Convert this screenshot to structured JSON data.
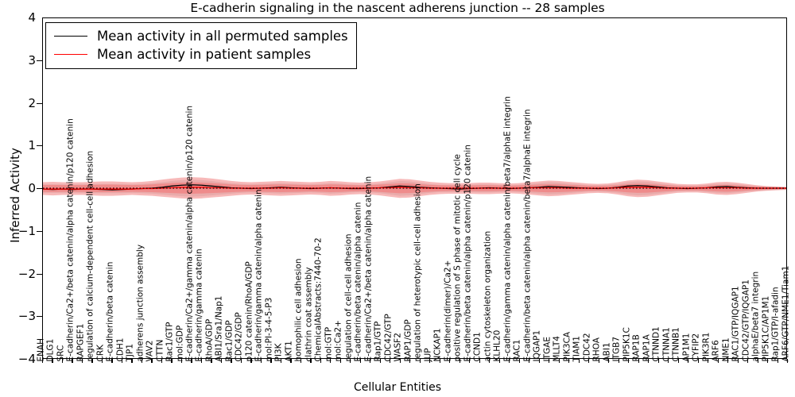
{
  "chart_data": {
    "type": "line",
    "title": "E-cadherin signaling in the nascent adherens junction -- 28 samples",
    "xlabel": "Cellular Entities",
    "ylabel": "Inferred Activity",
    "ylim": [
      -4,
      4
    ],
    "yticks": [
      -4,
      -3,
      -2,
      -1,
      0,
      1,
      2,
      3,
      4
    ],
    "grid": false,
    "legend_position": "upper left",
    "n_samples": 28,
    "legend": [
      {
        "label": "Mean activity in all permuted samples",
        "color": "#000000"
      },
      {
        "label": "Mean activity in patient samples",
        "color": "#ff0000"
      }
    ],
    "series": [
      {
        "name": "Mean activity in all permuted samples",
        "color": "#000000",
        "style": "solid",
        "values": [
          -0.02,
          -0.03,
          -0.02,
          -0.03,
          -0.02,
          -0.02,
          -0.03,
          -0.04,
          -0.03,
          -0.02,
          -0.01,
          0.0,
          0.02,
          0.05,
          0.07,
          0.08,
          0.07,
          0.05,
          0.03,
          0.01,
          0.0,
          -0.01,
          0.0,
          0.01,
          0.02,
          0.01,
          0.0,
          -0.01,
          0.0,
          0.01,
          0.0,
          -0.01,
          -0.01,
          0.0,
          0.01,
          0.03,
          0.05,
          0.04,
          0.02,
          0.01,
          0.0,
          -0.01,
          -0.02,
          -0.01,
          0.0,
          0.01,
          0.0,
          -0.01,
          0.0,
          0.01,
          0.02,
          0.04,
          0.03,
          0.02,
          0.01,
          0.0,
          -0.01,
          0.0,
          0.02,
          0.05,
          0.06,
          0.05,
          0.03,
          0.01,
          0.0,
          -0.01,
          0.0,
          0.01,
          0.03,
          0.04,
          0.02,
          0.01,
          0.0,
          0.0,
          0.0,
          0.0,
          0.0,
          0.0,
          0.0,
          0.0,
          0.0,
          0.0,
          0.0,
          0.0,
          0.0,
          0.0,
          0.0,
          0.0,
          0.0,
          0.0,
          0.0,
          0.0,
          0.0,
          0.0,
          0.0,
          0.0,
          0.0,
          0.0
        ]
      },
      {
        "name": "Mean activity in patient samples",
        "color": "#ff0000",
        "style": "solid",
        "values": [
          -0.02,
          -0.02,
          -0.02,
          -0.02,
          -0.02,
          -0.02,
          -0.02,
          -0.02,
          -0.02,
          -0.02,
          -0.01,
          -0.01,
          0.0,
          0.01,
          0.02,
          0.02,
          0.02,
          0.01,
          0.01,
          0.0,
          0.0,
          0.0,
          0.0,
          0.0,
          0.01,
          0.0,
          0.0,
          0.0,
          0.0,
          0.01,
          0.0,
          0.0,
          0.0,
          0.0,
          0.01,
          0.01,
          0.02,
          0.01,
          0.01,
          0.0,
          0.0,
          0.0,
          0.0,
          0.0,
          0.0,
          0.0,
          0.0,
          0.0,
          0.0,
          0.01,
          0.01,
          0.01,
          0.01,
          0.0,
          0.0,
          0.0,
          0.0,
          0.0,
          0.01,
          0.02,
          0.02,
          0.02,
          0.01,
          0.0,
          0.0,
          0.0,
          0.0,
          0.01,
          0.01,
          0.01,
          0.01,
          0.0,
          0.0,
          0.0,
          0.0,
          0.0,
          0.0,
          0.0,
          0.0,
          0.0,
          0.0,
          0.0,
          0.0,
          0.0,
          0.0,
          0.0,
          0.0,
          0.0,
          0.0,
          0.0,
          0.0,
          0.0,
          0.0,
          0.0,
          0.0,
          0.0,
          0.0,
          0.0
        ]
      }
    ],
    "bands": [
      {
        "name": "patient samples spread",
        "color": "#f08080",
        "upper": [
          0.14,
          0.15,
          0.14,
          0.14,
          0.14,
          0.15,
          0.16,
          0.16,
          0.15,
          0.14,
          0.15,
          0.17,
          0.2,
          0.23,
          0.25,
          0.26,
          0.25,
          0.23,
          0.2,
          0.17,
          0.15,
          0.14,
          0.15,
          0.16,
          0.17,
          0.16,
          0.15,
          0.14,
          0.15,
          0.17,
          0.16,
          0.14,
          0.13,
          0.14,
          0.16,
          0.19,
          0.22,
          0.21,
          0.18,
          0.15,
          0.13,
          0.12,
          0.12,
          0.12,
          0.13,
          0.13,
          0.12,
          0.11,
          0.12,
          0.14,
          0.16,
          0.18,
          0.17,
          0.15,
          0.13,
          0.11,
          0.1,
          0.11,
          0.14,
          0.18,
          0.2,
          0.19,
          0.16,
          0.13,
          0.1,
          0.09,
          0.09,
          0.11,
          0.14,
          0.15,
          0.13,
          0.1,
          0.07,
          0.05,
          0.04,
          0.03,
          0.03,
          0.03,
          0.03,
          0.03,
          0.03,
          0.03,
          0.03,
          0.03,
          0.03,
          0.03,
          0.03,
          0.03,
          0.03,
          0.03,
          0.03,
          0.03,
          0.03,
          0.03,
          0.03,
          0.03,
          0.03,
          0.03,
          0.03
        ],
        "lower": [
          -0.16,
          -0.17,
          -0.16,
          -0.16,
          -0.16,
          -0.17,
          -0.18,
          -0.18,
          -0.17,
          -0.16,
          -0.17,
          -0.18,
          -0.2,
          -0.22,
          -0.24,
          -0.25,
          -0.24,
          -0.22,
          -0.2,
          -0.18,
          -0.16,
          -0.15,
          -0.16,
          -0.17,
          -0.18,
          -0.17,
          -0.16,
          -0.15,
          -0.16,
          -0.18,
          -0.17,
          -0.15,
          -0.14,
          -0.15,
          -0.17,
          -0.2,
          -0.23,
          -0.22,
          -0.19,
          -0.16,
          -0.14,
          -0.13,
          -0.13,
          -0.13,
          -0.14,
          -0.14,
          -0.13,
          -0.12,
          -0.13,
          -0.15,
          -0.17,
          -0.19,
          -0.18,
          -0.16,
          -0.14,
          -0.12,
          -0.11,
          -0.12,
          -0.15,
          -0.19,
          -0.21,
          -0.2,
          -0.17,
          -0.14,
          -0.11,
          -0.1,
          -0.1,
          -0.12,
          -0.15,
          -0.16,
          -0.14,
          -0.11,
          -0.08,
          -0.06,
          -0.05,
          -0.04,
          -0.04,
          -0.04,
          -0.04,
          -0.04,
          -0.04,
          -0.04,
          -0.04,
          -0.04,
          -0.04,
          -0.04,
          -0.04,
          -0.04,
          -0.04,
          -0.04,
          -0.04,
          -0.04,
          -0.04,
          -0.04,
          -0.04,
          -0.04,
          -0.04,
          -0.04,
          -0.04
        ]
      },
      {
        "name": "permuted samples spread",
        "color": "#c8c8c8",
        "upper": [
          0.09,
          0.09,
          0.09,
          0.09,
          0.09,
          0.1,
          0.1,
          0.1,
          0.1,
          0.09,
          0.1,
          0.12,
          0.14,
          0.17,
          0.19,
          0.2,
          0.19,
          0.17,
          0.14,
          0.12,
          0.1,
          0.09,
          0.1,
          0.11,
          0.12,
          0.11,
          0.1,
          0.09,
          0.1,
          0.12,
          0.11,
          0.09,
          0.08,
          0.09,
          0.11,
          0.14,
          0.17,
          0.16,
          0.13,
          0.1,
          0.08,
          0.08,
          0.08,
          0.08,
          0.09,
          0.09,
          0.08,
          0.07,
          0.08,
          0.1,
          0.12,
          0.14,
          0.13,
          0.11,
          0.09,
          0.07,
          0.07,
          0.08,
          0.1,
          0.14,
          0.16,
          0.15,
          0.12,
          0.09,
          0.07,
          0.06,
          0.06,
          0.08,
          0.1,
          0.11,
          0.09,
          0.07,
          0.05,
          0.04,
          0.03,
          0.02,
          0.02,
          0.02,
          0.02,
          0.02,
          0.02,
          0.02,
          0.02,
          0.02,
          0.02,
          0.02,
          0.02,
          0.02,
          0.02,
          0.02,
          0.02,
          0.02,
          0.02,
          0.02,
          0.02,
          0.02,
          0.02,
          0.02,
          0.02
        ],
        "lower": [
          -0.11,
          -0.11,
          -0.11,
          -0.11,
          -0.11,
          -0.12,
          -0.12,
          -0.12,
          -0.12,
          -0.11,
          -0.12,
          -0.13,
          -0.15,
          -0.17,
          -0.19,
          -0.2,
          -0.19,
          -0.17,
          -0.15,
          -0.13,
          -0.11,
          -0.1,
          -0.11,
          -0.12,
          -0.13,
          -0.12,
          -0.11,
          -0.1,
          -0.11,
          -0.13,
          -0.12,
          -0.1,
          -0.09,
          -0.1,
          -0.12,
          -0.15,
          -0.18,
          -0.17,
          -0.14,
          -0.11,
          -0.09,
          -0.09,
          -0.09,
          -0.09,
          -0.1,
          -0.1,
          -0.09,
          -0.08,
          -0.09,
          -0.11,
          -0.13,
          -0.15,
          -0.14,
          -0.12,
          -0.1,
          -0.08,
          -0.08,
          -0.09,
          -0.11,
          -0.15,
          -0.17,
          -0.16,
          -0.13,
          -0.1,
          -0.08,
          -0.07,
          -0.07,
          -0.09,
          -0.11,
          -0.12,
          -0.1,
          -0.08,
          -0.06,
          -0.05,
          -0.04,
          -0.03,
          -0.03,
          -0.03,
          -0.03,
          -0.03,
          -0.03,
          -0.03,
          -0.03,
          -0.03,
          -0.03,
          -0.03,
          -0.03,
          -0.03,
          -0.03,
          -0.03,
          -0.03,
          -0.03,
          -0.03,
          -0.03,
          -0.03,
          -0.03,
          -0.03,
          -0.03,
          -0.03
        ]
      }
    ],
    "categories": [
      "ENAH",
      "DLG1",
      "SRC",
      "E-cadherin/Ca2+/beta catenin/alpha catenin/p120 catenin",
      "RAPGEF1",
      "regulation of calcium-dependent cell-cell adhesion",
      "CRK",
      "E-cadherin/beta catenin",
      "CDH1",
      "TJP1",
      "adherens junction assembly",
      "VAV2",
      "CTTN",
      "Rac1/GTP",
      "mol:GDP",
      "E-cadherin/Ca2+/gamma catenin/alpha catenin/p120 catenin",
      "E-cadherin/gamma catenin",
      "RhoA/GDP",
      "ABI1/Sra1/Nap1",
      "Rac1/GDP",
      "CDC42/GDP",
      "p120 catenin/RhoA/GDP",
      "E-cadherin/gamma catenin/alpha catenin",
      "mol:PI-3-4-5-P3",
      "PI3K",
      "AKT1",
      "homophilic cell adhesion",
      "clathrin coat assembly",
      "ChemicalAbstracts:7440-70-2",
      "mol:GTP",
      "mol:Ca2+",
      "regulation of cell-cell adhesion",
      "E-cadherin/beta catenin/alpha catenin",
      "E-cadherin/Ca2+/beta catenin/alpha catenin",
      "Rap1/GTP",
      "CDC42/GTP",
      "WASF2",
      "RAP1/GDP",
      "regulation of heterotypic cell-cell adhesion",
      "JUP",
      "NCKAP1",
      "E-cadherin(dimer)/Ca2+",
      "positive regulation of S phase of mitotic cell cycle",
      "E-cadherin/beta catenin/alpha catenin/p120 catenin",
      "CCND1",
      "actin cytoskeleton organization",
      "KLHL20",
      "E-cadherin/gamma catenin/alpha catenin/beta7/alphaE integrin",
      "RAC1",
      "E-cadherin/beta catenin/alpha catenin/beta7/alphaE integrin",
      "IQGAP1",
      "ITGAE",
      "MLLT4",
      "PIK3CA",
      "TIAM1",
      "CDC42",
      "RHOA",
      "ABI1",
      "ITGB7",
      "PIP5K1C",
      "RAP1B",
      "RAP1A",
      "CTNND1",
      "CTNNA1",
      "CTNNB1",
      "AP1M1",
      "CYFIP2",
      "PIK3R1",
      "ARF6",
      "NME1",
      "RAC1/GTP/IQGAP1",
      "CDC42/GTP/IQGAP1",
      "alphaE/beta7 integrin",
      "PIP5K1C/AP1M1",
      "Rap1/GTP/I-afadin",
      "ARF6/GTP/NME1/Tiam1"
    ]
  }
}
